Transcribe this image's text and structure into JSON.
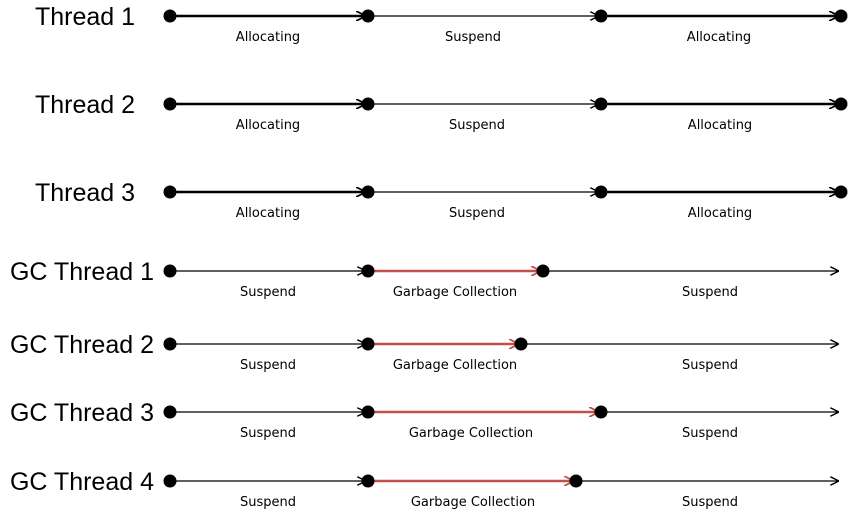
{
  "colors": {
    "line": "#000000",
    "gc": "#c0504d",
    "dot": "#000000"
  },
  "rows": [
    {
      "name": "Thread 1",
      "segments": [
        {
          "label": "Allocating",
          "style": "bold"
        },
        {
          "label": "Suspend",
          "style": "thin"
        },
        {
          "label": "Allocating",
          "style": "bold"
        }
      ]
    },
    {
      "name": "Thread 2",
      "segments": [
        {
          "label": "Allocating",
          "style": "bold"
        },
        {
          "label": "Suspend",
          "style": "thin"
        },
        {
          "label": "Allocating",
          "style": "bold"
        }
      ]
    },
    {
      "name": "Thread 3",
      "segments": [
        {
          "label": "Allocating",
          "style": "bold"
        },
        {
          "label": "Suspend",
          "style": "thin"
        },
        {
          "label": "Allocating",
          "style": "bold"
        }
      ]
    },
    {
      "name": "GC Thread 1",
      "segments": [
        {
          "label": "Suspend",
          "style": "thin"
        },
        {
          "label": "Garbage Collection",
          "style": "gc"
        },
        {
          "label": "Suspend",
          "style": "thin"
        }
      ]
    },
    {
      "name": "GC Thread 2",
      "segments": [
        {
          "label": "Suspend",
          "style": "thin"
        },
        {
          "label": "Garbage Collection",
          "style": "gc"
        },
        {
          "label": "Suspend",
          "style": "thin"
        }
      ]
    },
    {
      "name": "GC Thread 3",
      "segments": [
        {
          "label": "Suspend",
          "style": "thin"
        },
        {
          "label": "Garbage Collection",
          "style": "gc"
        },
        {
          "label": "Suspend",
          "style": "thin"
        }
      ]
    },
    {
      "name": "GC Thread 4",
      "segments": [
        {
          "label": "Suspend",
          "style": "thin"
        },
        {
          "label": "Garbage Collection",
          "style": "gc"
        },
        {
          "label": "Suspend",
          "style": "thin"
        }
      ]
    }
  ]
}
